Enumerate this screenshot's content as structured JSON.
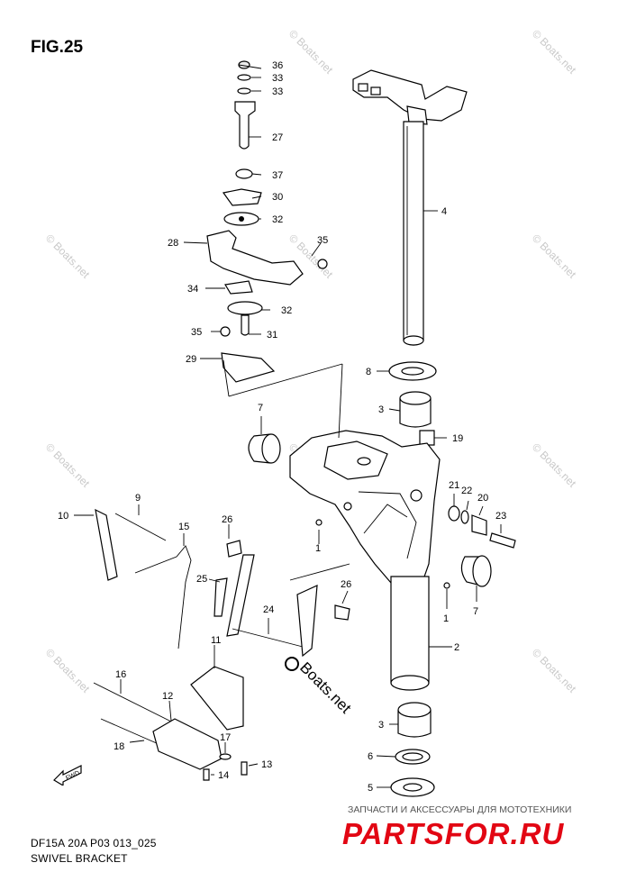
{
  "figure_title": "FIG.25",
  "drawing_code": "DF15A 20A P03 013_025",
  "drawing_name": "SWIVEL BRACKET",
  "watermark_text": "© Boats.net",
  "center_watermark": "Boats.net",
  "fwd_label": "FWD",
  "shop_tagline": "ЗАПЧАСТИ И АКСЕССУАРЫ ДЛЯ МОТОТЕХНИКИ",
  "shop_logo": "PARTSFOR.RU",
  "shop_logo_color": "#e20613",
  "callouts": [
    "36",
    "33",
    "33",
    "27",
    "37",
    "30",
    "32",
    "28",
    "35",
    "34",
    "32",
    "35",
    "31",
    "29",
    "4",
    "8",
    "3",
    "19",
    "7",
    "21",
    "22",
    "20",
    "23",
    "7",
    "9",
    "10",
    "15",
    "26",
    "1",
    "25",
    "24",
    "26",
    "1",
    "2",
    "11",
    "16",
    "12",
    "18",
    "17",
    "14",
    "13",
    "3",
    "6",
    "5"
  ]
}
